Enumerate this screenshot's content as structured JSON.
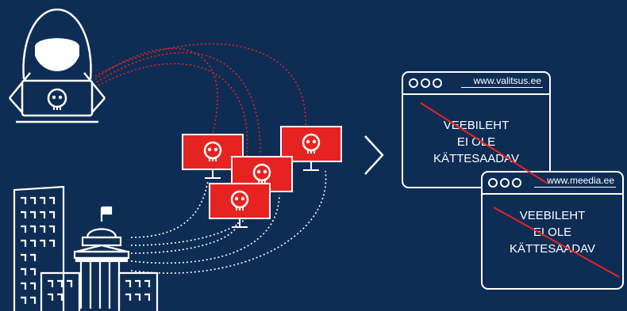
{
  "sites": [
    {
      "url": "www.valitsus.ee",
      "lines": [
        "VEEBILEHT",
        "EI OLE",
        "KÄTTESAADAV"
      ]
    },
    {
      "url": "www.meedia.ee",
      "lines": [
        "VEEBILEHT",
        "EI OLE",
        "KÄTTESAADAV"
      ]
    }
  ],
  "colors": {
    "background": "#0e2d55",
    "accent": "#e52421",
    "line": "#ffffff"
  },
  "icons": [
    "hacker-icon",
    "skull-icon",
    "infected-computer-icon",
    "government-building-icon",
    "chevron-right-icon"
  ]
}
